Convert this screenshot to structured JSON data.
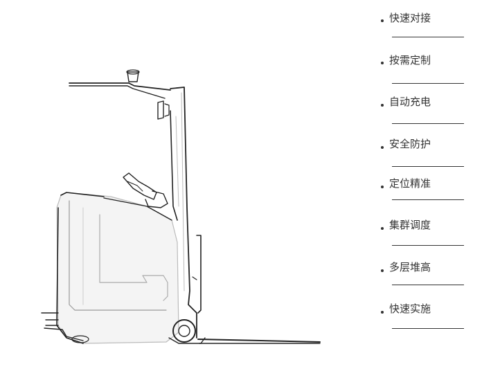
{
  "features": [
    {
      "label": "快速对接"
    },
    {
      "label": "按需定制"
    },
    {
      "label": "自动充电"
    },
    {
      "label": "安全防护"
    },
    {
      "label": "定位精准"
    },
    {
      "label": "集群调度"
    },
    {
      "label": "多层堆高"
    },
    {
      "label": "快速实施"
    }
  ],
  "colors": {
    "text": "#333333",
    "line": "#333333",
    "sketch": "#222222",
    "sketch_fill": "#f4f4f4"
  },
  "icons": [
    "forklift-agv-illustration",
    "bullet-dot"
  ]
}
